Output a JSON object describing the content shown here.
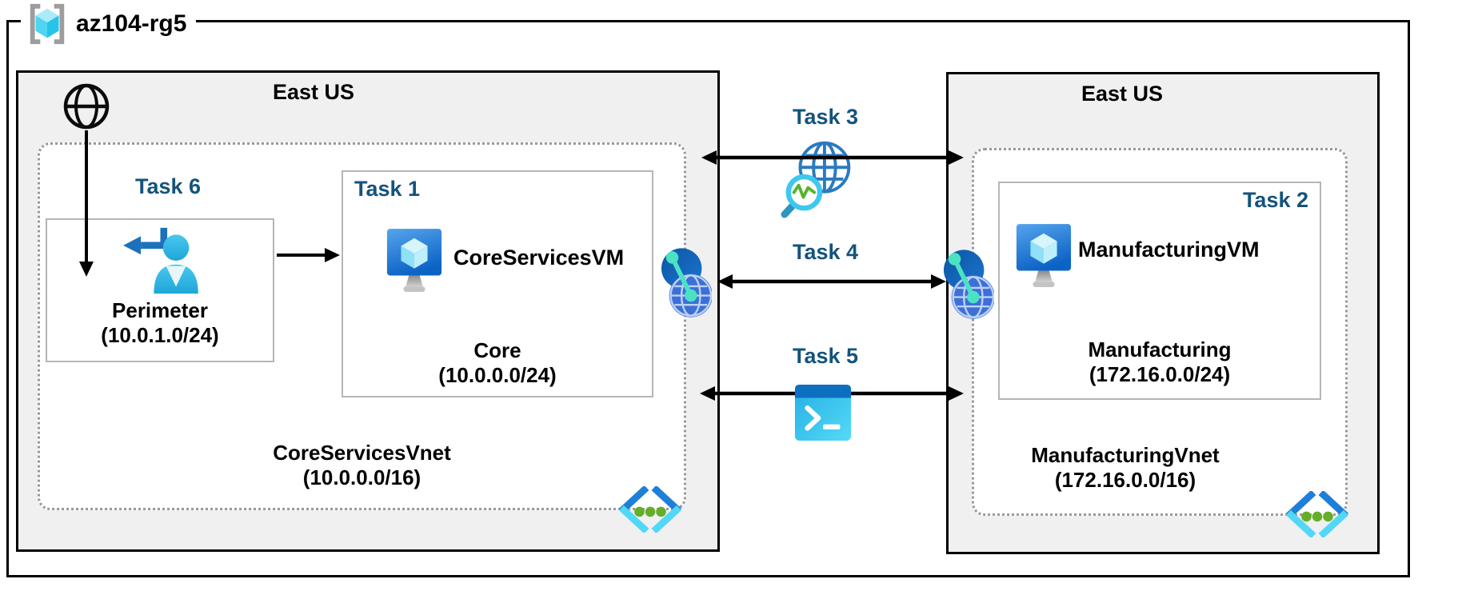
{
  "resource_group": {
    "name": "az104-rg5",
    "icon": "resource-group-icon"
  },
  "left_region": {
    "location": "East US",
    "internet_icon": "internet-globe-icon",
    "task6": {
      "label": "Task 6"
    },
    "perimeter": {
      "icon": "sign-in-user-icon",
      "name": "Perimeter",
      "cidr": "(10.0.1.0/24)"
    },
    "task1": {
      "label": "Task 1",
      "vm_icon": "virtual-machine-icon",
      "vm_name": "CoreServicesVM",
      "subnet_name": "Core",
      "subnet_cidr": "(10.0.0.0/24)"
    },
    "vnet": {
      "name": "CoreServicesVnet",
      "cidr": "(10.0.0.0/16)",
      "icon": "virtual-network-icon"
    }
  },
  "right_region": {
    "location": "East US",
    "task2": {
      "label": "Task 2",
      "vm_icon": "virtual-machine-icon",
      "vm_name": "ManufacturingVM",
      "subnet_name": "Manufacturing",
      "subnet_cidr": "(172.16.0.0/24)"
    },
    "vnet": {
      "name": "ManufacturingVnet",
      "cidr": "(172.16.0.0/16)",
      "icon": "virtual-network-icon"
    }
  },
  "connections": {
    "task3": {
      "label": "Task 3",
      "icon": "network-watcher-icon"
    },
    "task4": {
      "label": "Task 4",
      "left_icon": "network-peering-icon",
      "right_icon": "network-peering-icon"
    },
    "task5": {
      "label": "Task 5",
      "icon": "cloud-shell-icon"
    }
  },
  "colors": {
    "task_label_blue": "#14537C",
    "region_fill": "#F0F0F0",
    "border_black": "#000000",
    "inner_box_border": "#B5B5B5",
    "dashed_border": "#999999",
    "azure_blue": "#1673D2",
    "cyan": "#3EC8EF",
    "teal_link": "#4BE2C3",
    "green_dot": "#66AE28"
  }
}
